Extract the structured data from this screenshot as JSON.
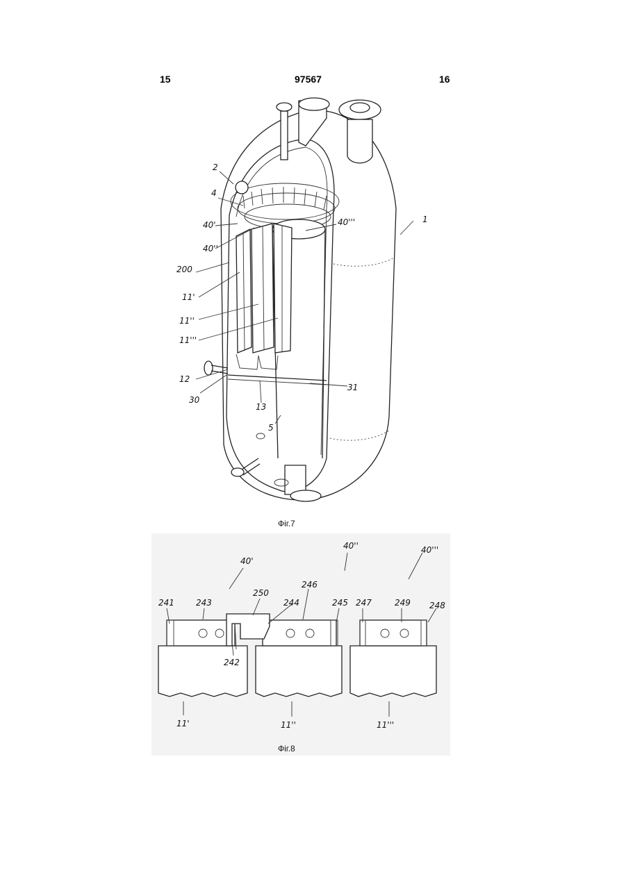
{
  "header": {
    "page_left": "15",
    "patent_number": "97567",
    "page_right": "16"
  },
  "fig7": {
    "caption": "Фіг.7",
    "labels": {
      "l1": "1",
      "l2": "2",
      "l4": "4",
      "l40a": "40'",
      "l40b": "40''",
      "l40c": "40'''",
      "l200": "200",
      "l11a": "11'",
      "l11b": "11''",
      "l11c": "11'''",
      "l12": "12",
      "l30": "30",
      "l13": "13",
      "l31": "31",
      "l5": "5"
    }
  },
  "fig8": {
    "caption": "Фіг.8",
    "labels": {
      "l40a": "40'",
      "l40b": "40''",
      "l40c": "40'''",
      "l241": "241",
      "l243": "243",
      "l250": "250",
      "l244": "244",
      "l246": "246",
      "l245": "245",
      "l247": "247",
      "l249": "249",
      "l248": "248",
      "l242": "242",
      "l11a": "11'",
      "l11b": "11''",
      "l11c": "11'''"
    }
  }
}
